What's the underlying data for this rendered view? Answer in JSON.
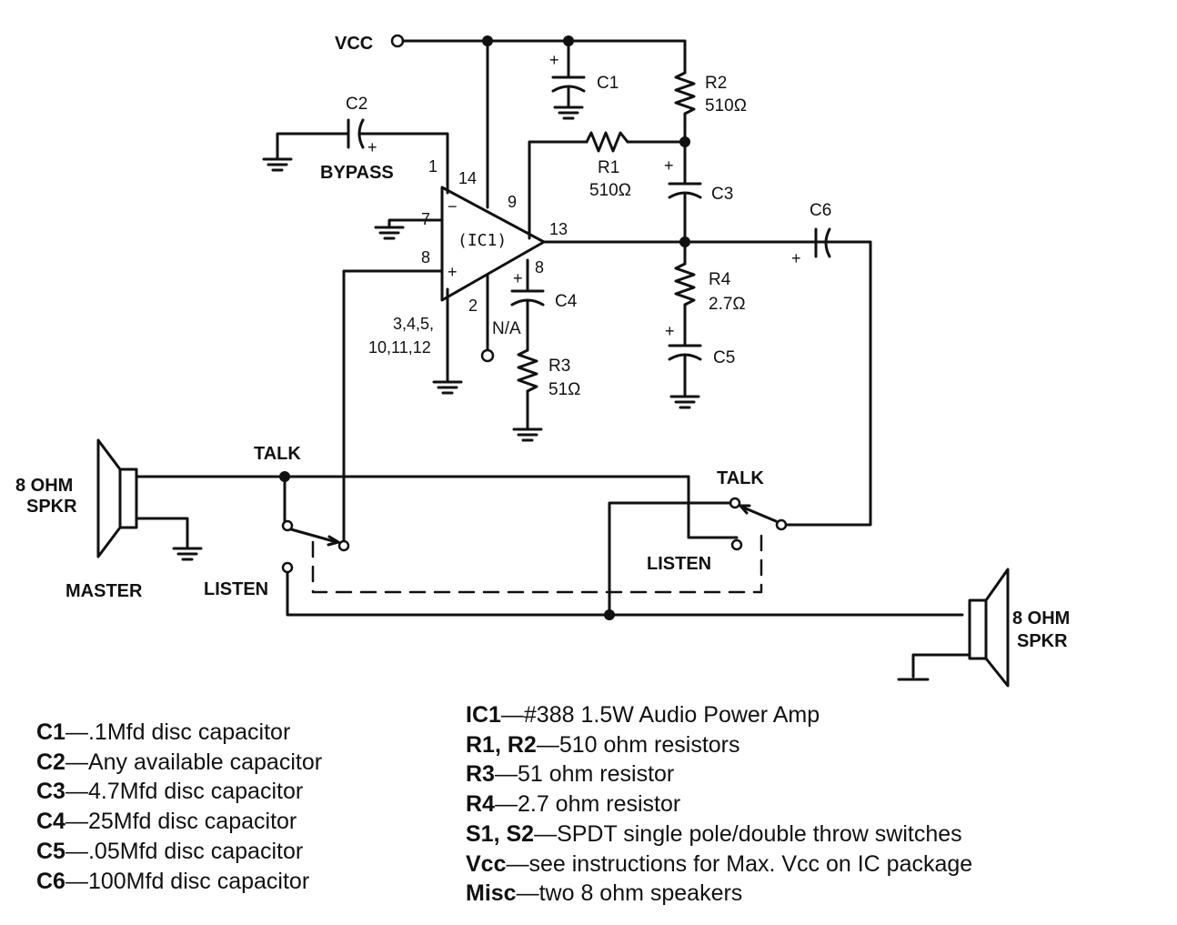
{
  "schematic": {
    "vcc_label": "VCC",
    "ic_label": "(IC1)",
    "pins": {
      "p1": "1",
      "p14": "14",
      "p7": "7",
      "p8_plus": "8",
      "p9": "9",
      "p13": "13",
      "p8_c4": "8",
      "p2": "2",
      "gnd_pins_1": "3,4,5,",
      "gnd_pins_2": "10,11,12"
    },
    "minus_sign": "−",
    "plus_sign": "+",
    "components": {
      "c1": "C1",
      "c2": "C2",
      "bypass": "BYPASS",
      "c3": "C3",
      "c4": "C4",
      "c5": "C5",
      "c6": "C6",
      "r1": "R1",
      "r1_value": "510Ω",
      "r2": "R2",
      "r2_value": "510Ω",
      "r3": "R3",
      "r3_value": "51Ω",
      "r4": "R4",
      "r4_value": "2.7Ω",
      "na": "N/A"
    },
    "switch_left": {
      "talk": "TALK",
      "listen": "LISTEN"
    },
    "switch_right": {
      "talk": "TALK",
      "listen": "LISTEN"
    },
    "master_speaker": {
      "label_line1": "8 OHM",
      "label_line2": "SPKR",
      "caption": "MASTER"
    },
    "remote_speaker": {
      "label_line1": "8 OHM",
      "label_line2": "SPKR"
    }
  },
  "legend_left": [
    {
      "code": "C1",
      "text": "—.1Mfd disc capacitor"
    },
    {
      "code": "C2",
      "text": "—Any available capacitor"
    },
    {
      "code": "C3",
      "text": "—4.7Mfd disc capacitor"
    },
    {
      "code": "C4",
      "text": "—25Mfd disc capacitor"
    },
    {
      "code": "C5",
      "text": "—.05Mfd disc capacitor"
    },
    {
      "code": "C6",
      "text": "—100Mfd disc capacitor"
    }
  ],
  "legend_right": [
    {
      "code": "IC1",
      "text": "—#388 1.5W Audio Power Amp"
    },
    {
      "code": "R1, R2",
      "text": "—510 ohm resistors"
    },
    {
      "code": "R3",
      "text": "—51 ohm resistor"
    },
    {
      "code": "R4",
      "text": "—2.7 ohm resistor"
    },
    {
      "code": "S1, S2",
      "text": "—SPDT single pole/double throw switches"
    },
    {
      "code": "Vcc",
      "text": "—see instructions for Max. Vcc on IC package"
    },
    {
      "code": "Misc",
      "text": "—two 8 ohm speakers"
    }
  ]
}
